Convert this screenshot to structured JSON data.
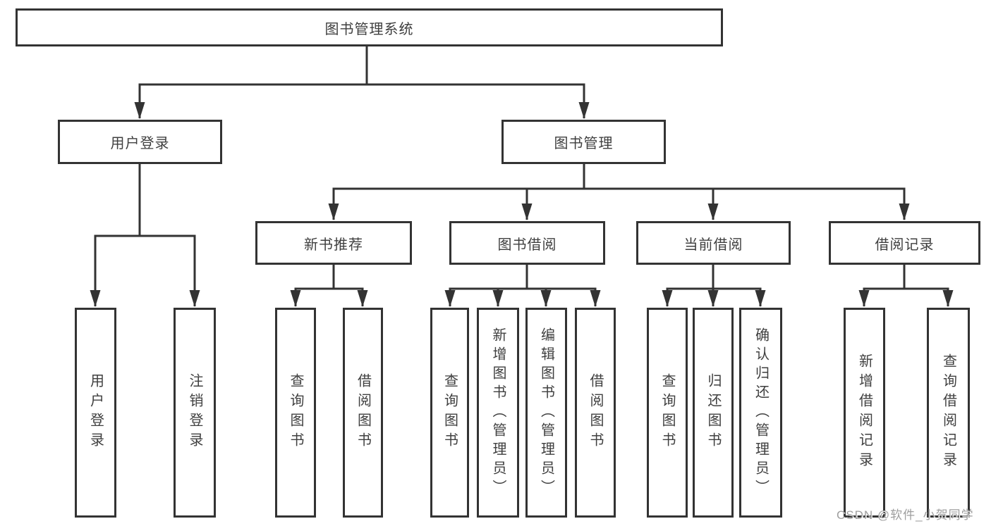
{
  "diagram_type": "hierarchy-tree",
  "style": {
    "background": "#ffffff",
    "line_color": "#333333",
    "box_border_color": "#333333",
    "box_fill": "#ffffff",
    "text_color": "#3f3f3f",
    "watermark_color": "#9e9e9e"
  },
  "tree": {
    "label": "图书管理系统",
    "children": [
      {
        "label": "用户登录",
        "children": [
          {
            "label": "用户登录"
          },
          {
            "label": "注销登录"
          }
        ]
      },
      {
        "label": "图书管理",
        "children": [
          {
            "label": "新书推荐",
            "children": [
              {
                "label": "查询图书"
              },
              {
                "label": "借阅图书"
              }
            ]
          },
          {
            "label": "图书借阅",
            "children": [
              {
                "label": "查询图书"
              },
              {
                "label": "新增图书（管理员）"
              },
              {
                "label": "编辑图书（管理员）"
              },
              {
                "label": "借阅图书"
              }
            ]
          },
          {
            "label": "当前借阅",
            "children": [
              {
                "label": "查询图书"
              },
              {
                "label": "归还图书"
              },
              {
                "label": "确认归还（管理员）"
              }
            ]
          },
          {
            "label": "借阅记录",
            "children": [
              {
                "label": "新增借阅记录"
              },
              {
                "label": "查询借阅记录"
              }
            ]
          }
        ]
      }
    ]
  },
  "watermark": {
    "text": "CSDN @软件_小贺同学"
  }
}
